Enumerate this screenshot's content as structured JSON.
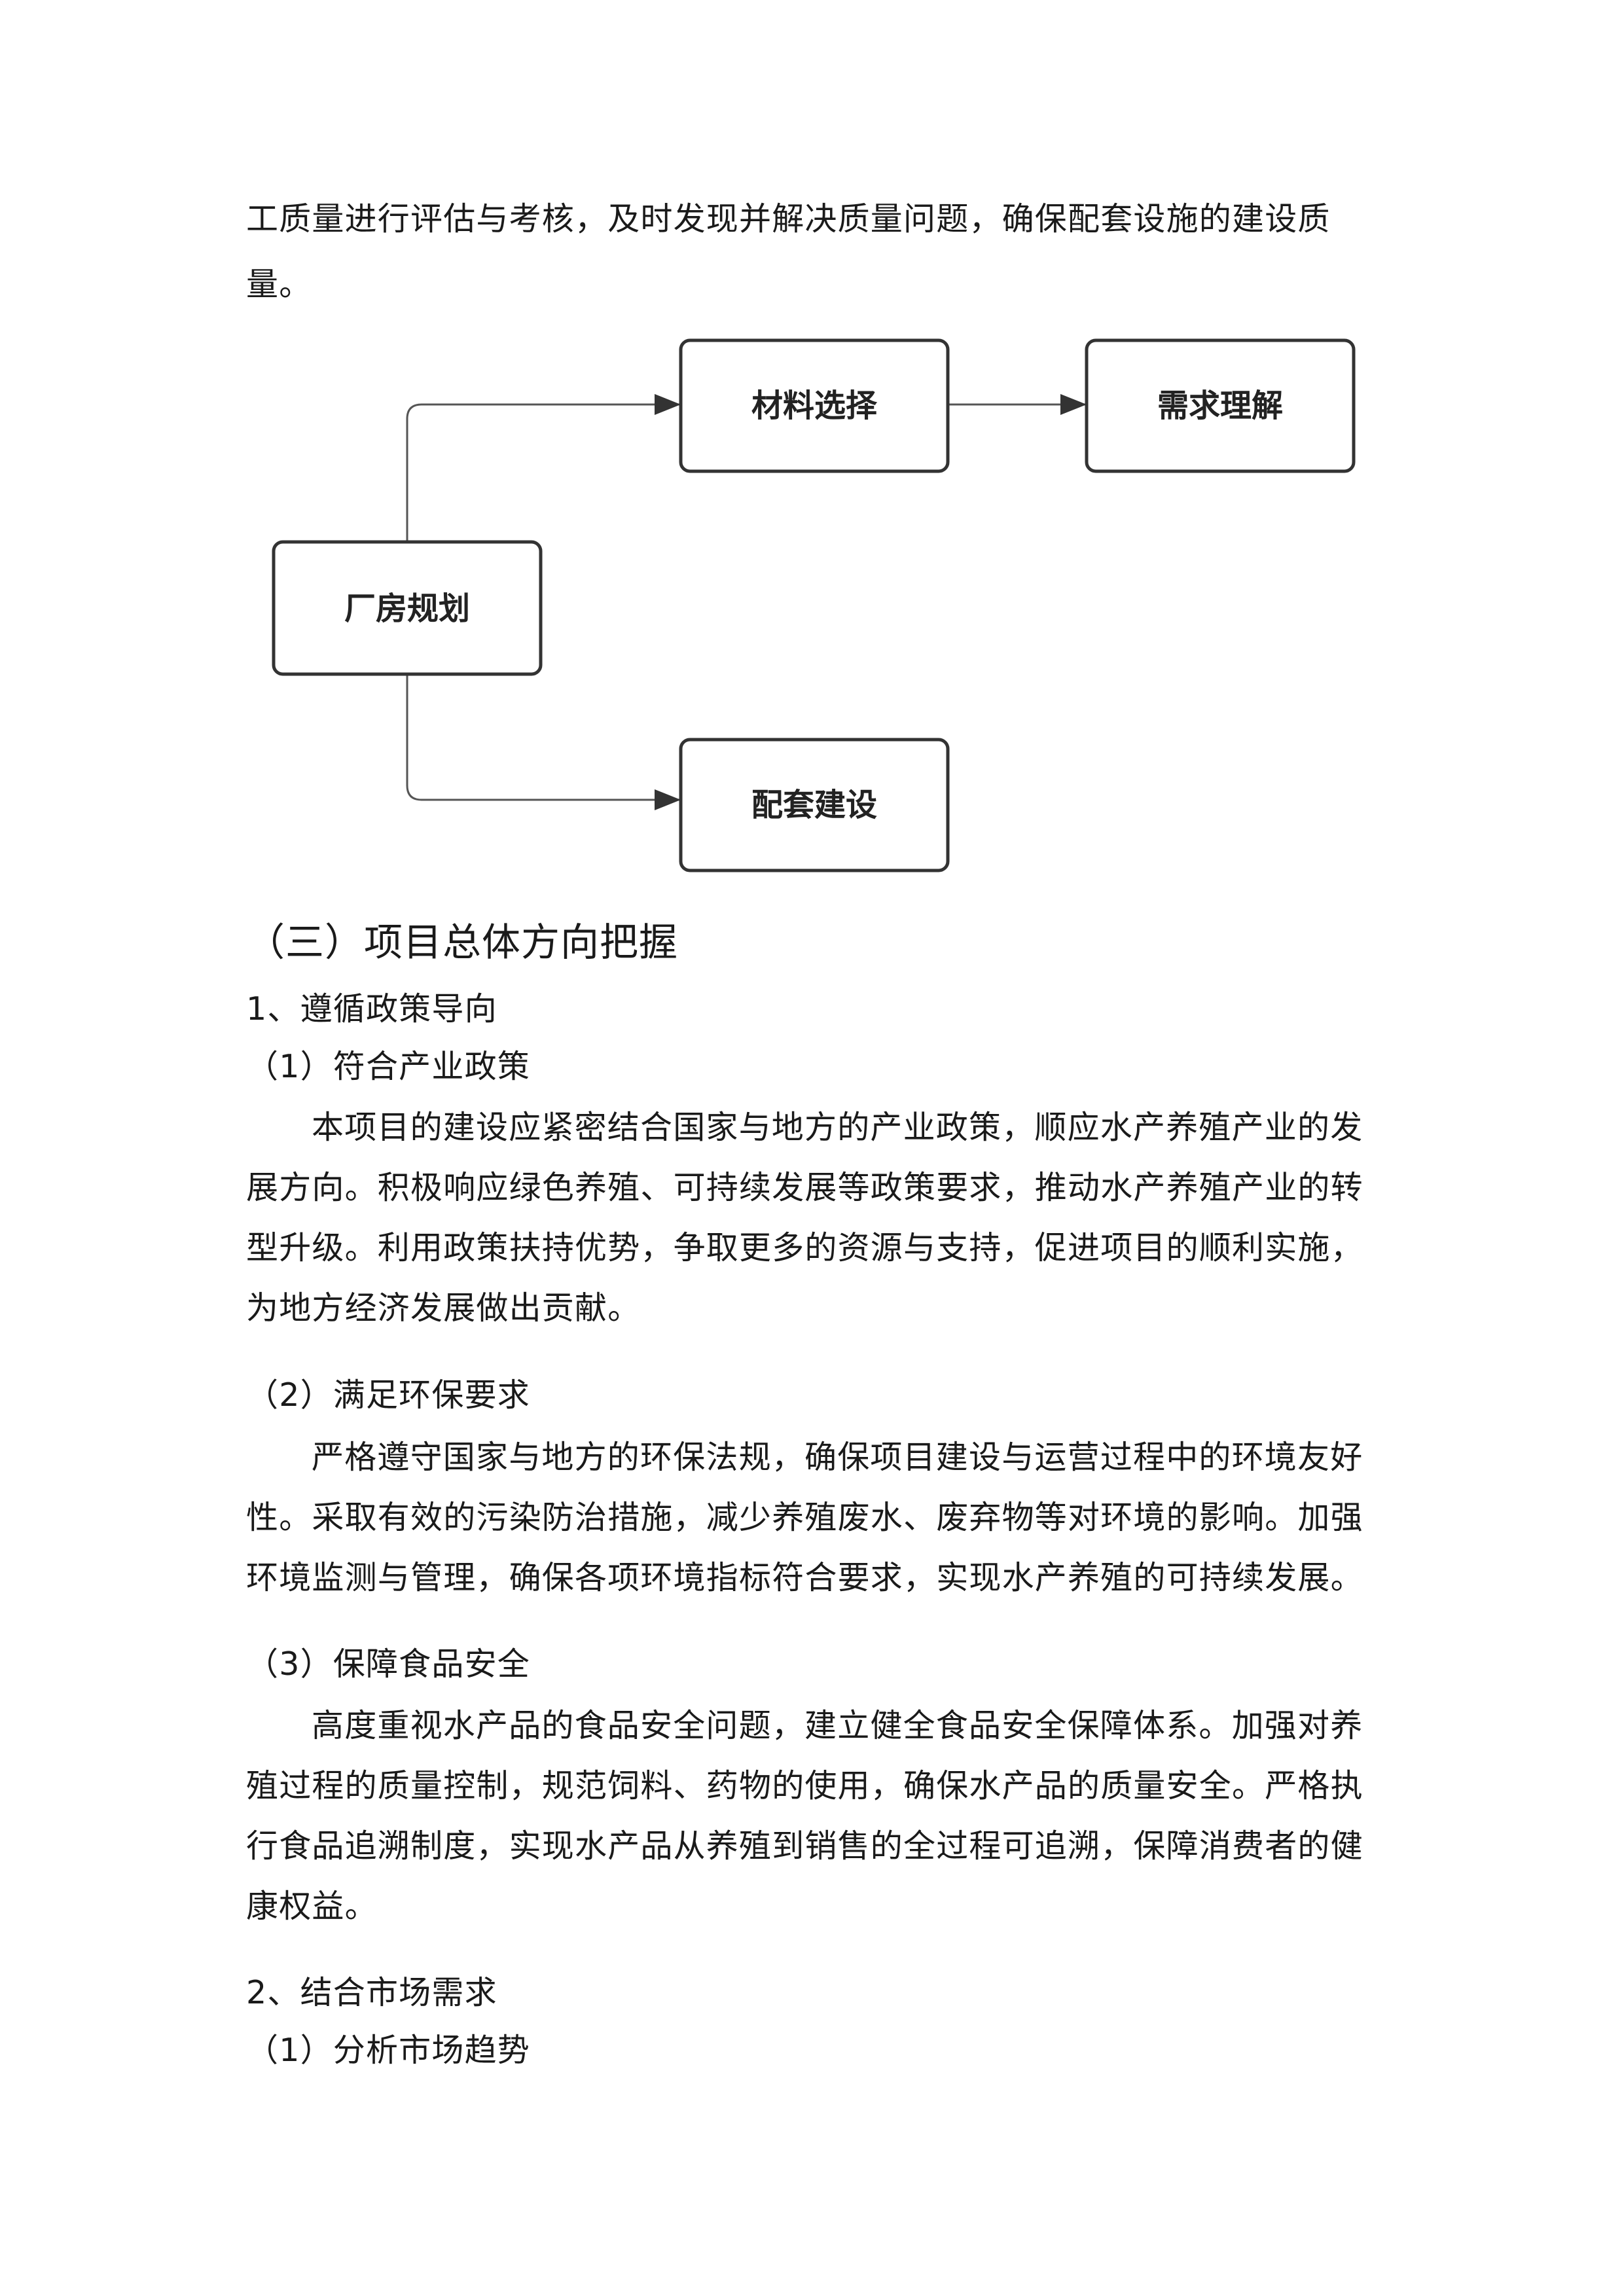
{
  "intro": {
    "line1": "工质量进行评估与考核，及时发现并解决质量问题，确保配套设施的建设质",
    "line2": "量。"
  },
  "diagram": {
    "nodes": {
      "plant_planning": "厂房规划",
      "material_selection": "材料选择",
      "requirement_understanding": "需求理解",
      "supporting_construction": "配套建设"
    },
    "colors": {
      "border": "#333333",
      "arrow": "#333333",
      "fill": "#ffffff"
    }
  },
  "section3": {
    "title": "（三）项目总体方向把握",
    "sub1": {
      "title": "1、遵循政策导向",
      "items": [
        {
          "title": "（1）符合产业政策",
          "lines": [
            "本项目的建设应紧密结合国家与地方的产业政策，顺应水产养殖产业的发",
            "展方向。积极响应绿色养殖、可持续发展等政策要求，推动水产养殖产业的转",
            "型升级。利用政策扶持优势，争取更多的资源与支持，促进项目的顺利实施，",
            "为地方经济发展做出贡献。"
          ]
        },
        {
          "title": "（2）满足环保要求",
          "lines": [
            "严格遵守国家与地方的环保法规，确保项目建设与运营过程中的环境友好",
            "性。采取有效的污染防治措施，减少养殖废水、废弃物等对环境的影响。加强",
            "环境监测与管理，确保各项环境指标符合要求，实现水产养殖的可持续发展。"
          ]
        },
        {
          "title": "（3）保障食品安全",
          "lines": [
            "高度重视水产品的食品安全问题，建立健全食品安全保障体系。加强对养",
            "殖过程的质量控制，规范饲料、药物的使用，确保水产品的质量安全。严格执",
            "行食品追溯制度，实现水产品从养殖到销售的全过程可追溯，保障消费者的健",
            "康权益。"
          ]
        }
      ]
    },
    "sub2": {
      "title": "2、结合市场需求",
      "item1_title": "（1）分析市场趋势"
    }
  }
}
